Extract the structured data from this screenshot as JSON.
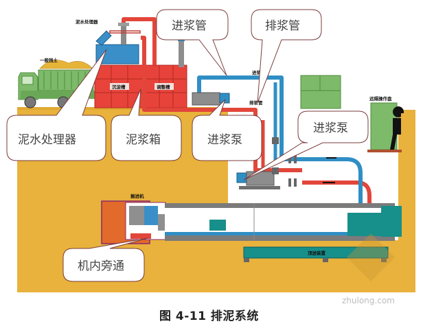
{
  "figure": {
    "caption": "图 4-11  排泥系统",
    "watermark": "zhulong.com"
  },
  "callouts": [
    {
      "id": "slurry-processor",
      "label": "泥水处理器"
    },
    {
      "id": "slurry-tank",
      "label": "泥浆箱"
    },
    {
      "id": "feed-pump-upper",
      "label": "进浆泵"
    },
    {
      "id": "feed-pipe",
      "label": "进浆管"
    },
    {
      "id": "discharge-pipe",
      "label": "排浆管"
    },
    {
      "id": "feed-pump-lower",
      "label": "进浆泵"
    },
    {
      "id": "inner-bypass",
      "label": "机内旁通"
    }
  ],
  "small_labels": {
    "slurry_treatment": "泥水处理器",
    "general_soil": "一般残土",
    "sedimentation_tank": "沉淀槽",
    "adjustment_tank": "调整槽",
    "feed_pipe_small": "进浆管",
    "discharge_pipe_small": "排浆管",
    "remote_console": "远隔操作盘",
    "cutter_head": "掘进机",
    "jacking_base": "顶进装置"
  },
  "colors": {
    "ground": "#e8b23c",
    "red_pipe": "#e2463a",
    "blue_pipe": "#2f8fc4",
    "tank_red": "#e8433a",
    "processor_blue": "#3a8fc9",
    "truck_green": "#7dbb6a",
    "teal": "#178f8a",
    "callout_border": "#7a3b3b"
  }
}
